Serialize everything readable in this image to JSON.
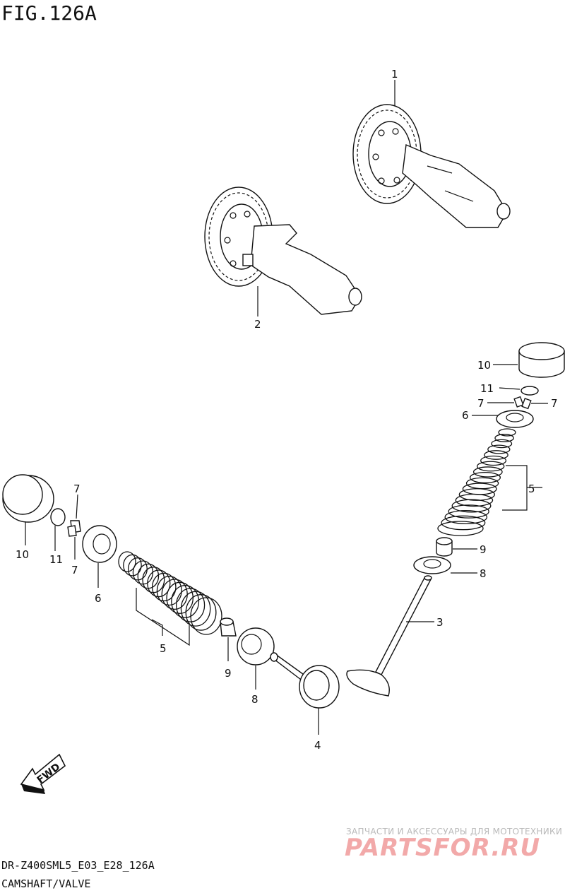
{
  "figure": {
    "title": "FIG.126A",
    "model_code": "DR-Z400SML5_E03_E28_126A",
    "section_name": "CAMSHAFT/VALVE"
  },
  "callouts": {
    "c1": "1",
    "c2": "2",
    "c3": "3",
    "c4": "4",
    "c5_left": "5",
    "c5_right": "5",
    "c6_left": "6",
    "c6_right": "6",
    "c7_left_top": "7",
    "c7_left_bottom": "7",
    "c7_right_a": "7",
    "c7_right_b": "7",
    "c8_left": "8",
    "c8_right": "8",
    "c9_left": "9",
    "c9_right": "9",
    "c10_left": "10",
    "c10_right": "10",
    "c11_left": "11",
    "c11_right": "11"
  },
  "fwd_arrow": {
    "label": "FWD"
  },
  "watermark": {
    "tagline": "ЗАПЧАСТИ И АКСЕССУАРЫ ДЛЯ МОТОТЕХНИКИ",
    "logo": "PARTSFOR.RU"
  }
}
